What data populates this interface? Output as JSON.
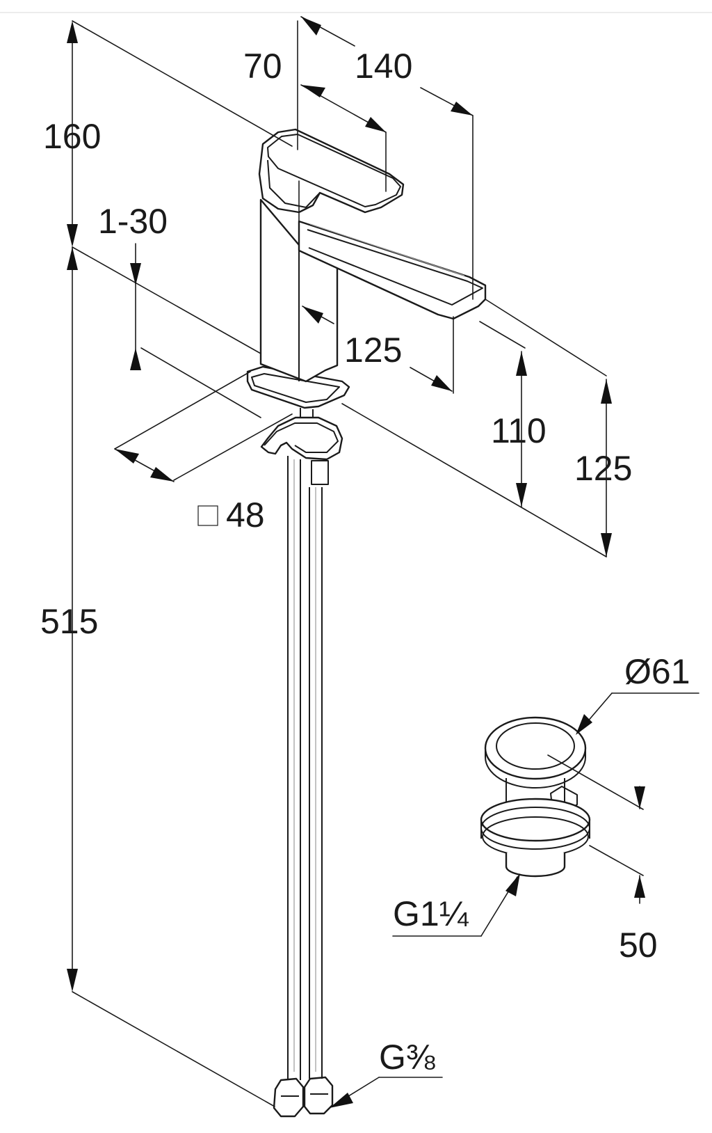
{
  "colors": {
    "line": "#1a1a1a",
    "background": "#ffffff"
  },
  "dimensions": {
    "total_height": "515",
    "spout_height_top": "160",
    "deck_thickness": "1-30",
    "spout_width": "70",
    "lever_length": "140",
    "spout_reach": "125",
    "outlet_height": "110",
    "lever_height": "125",
    "base_square": "48",
    "waste_diameter": "Ø61",
    "waste_thread": "G1¼",
    "waste_height": "50",
    "hose_thread": "G⅜"
  },
  "icons": {
    "square_symbol": "square-symbol-icon"
  }
}
